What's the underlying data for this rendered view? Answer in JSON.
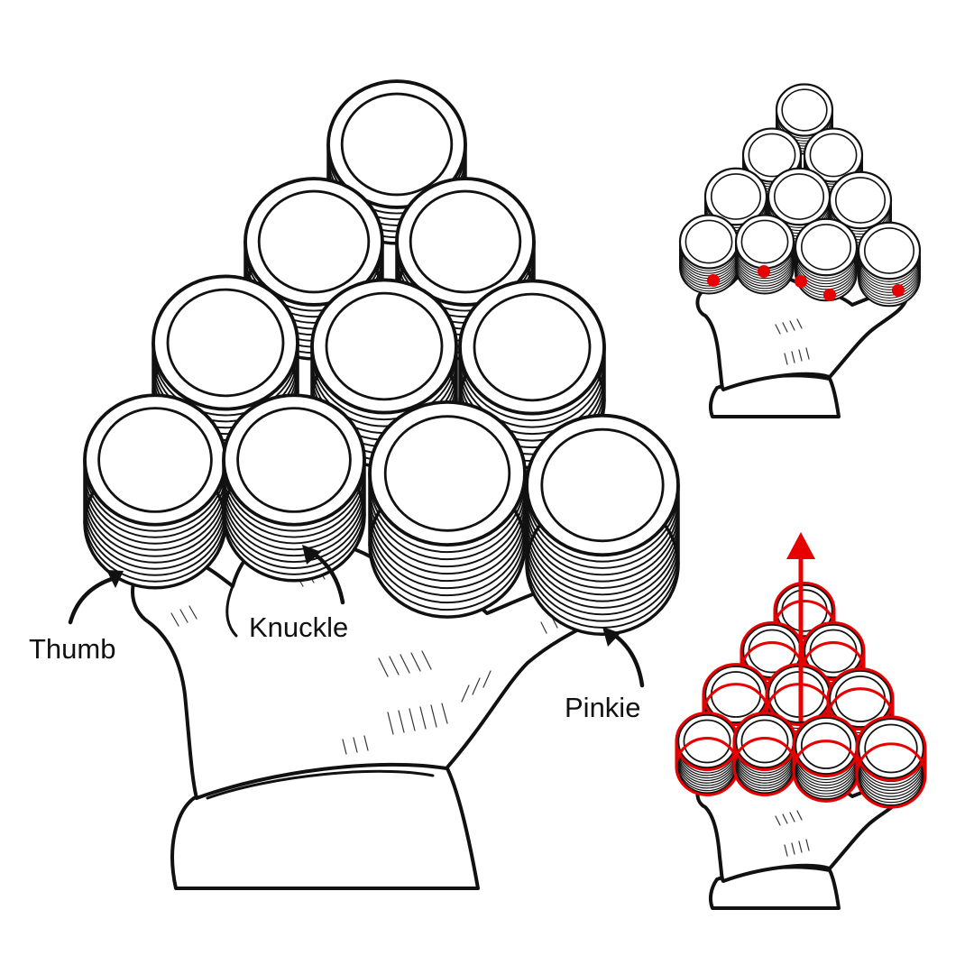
{
  "labels": {
    "thumb": "Thumb",
    "knuckle": "Knuckle",
    "pinkie": "Pinkie"
  },
  "colors": {
    "ink": "#111111",
    "accent": "#e60000",
    "background": "#ffffff"
  },
  "main_chip_rows": [
    1,
    2,
    3,
    4
  ],
  "icons": {
    "arrow": "curved-arrow-icon",
    "finger_marker": "red-dot-icon",
    "direction": "up-arrow-icon"
  }
}
